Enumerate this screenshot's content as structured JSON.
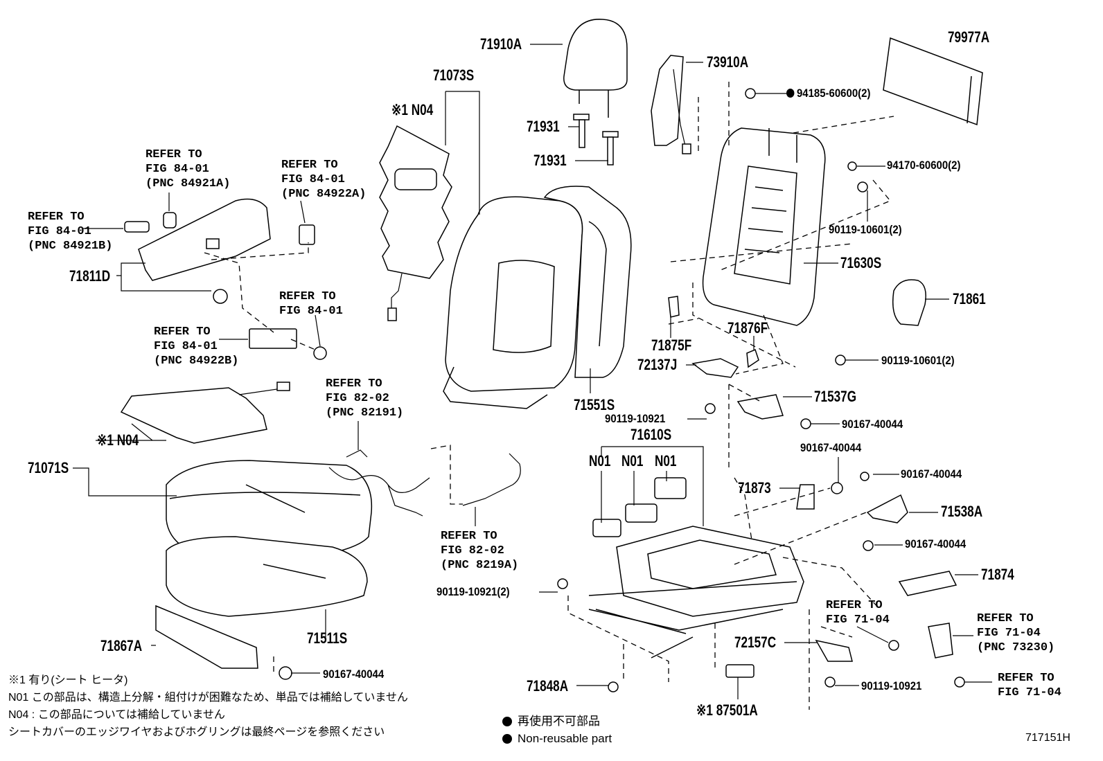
{
  "parts": {
    "p71910A": "71910A",
    "p71073S": "71073S",
    "p73910A": "73910A",
    "p79977A": "79977A",
    "pN04a": "※1 N04",
    "p71931a": "71931",
    "p71931b": "71931",
    "p94185": "94185-60600(2)",
    "p94170": "94170-60600(2)",
    "p90119_10601a": "90119-10601(2)",
    "p71630S": "71630S",
    "p71861": "71861",
    "p71811D": "71811D",
    "p71875F": "71875F",
    "p71876F": "71876F",
    "p72137J": "72137J",
    "p90119_10601b": "90119-10601(2)",
    "p71551S": "71551S",
    "p71537G": "71537G",
    "p90119_10921a": "90119-10921",
    "p90167_a": "90167-40044",
    "p71610S": "71610S",
    "pN04b": "※1 N04",
    "p71071S": "71071S",
    "pN01a": "N01",
    "pN01b": "N01",
    "pN01c": "N01",
    "p90167_b": "90167-40044",
    "p90167_c": "90167-40044",
    "p71873": "71873",
    "p71538A": "71538A",
    "p90167_d": "90167-40044",
    "p71874": "71874",
    "p90119_10921b": "90119-10921(2)",
    "p71867A": "71867A",
    "p71511S": "71511S",
    "p72157C": "72157C",
    "p90167_e": "90167-40044",
    "p71848A": "71848A",
    "p90119_10921c": "90119-10921",
    "p87501A": "※1 87501A",
    "fig_code": "717151H"
  },
  "refs": {
    "r1": "REFER TO\nFIG 84-01\n(PNC 84921A)",
    "r2": "REFER TO\nFIG 84-01\n(PNC 84922A)",
    "r3": "REFER TO\nFIG 84-01\n(PNC 84921B)",
    "r4": "REFER TO\nFIG 84-01",
    "r5": "REFER TO\nFIG 84-01\n(PNC 84922B)",
    "r6": "REFER TO\nFIG 82-02\n(PNC 82191)",
    "r7": "REFER TO\nFIG 82-02\n(PNC 8219A)",
    "r8": "REFER TO\nFIG 71-04",
    "r9": "REFER TO\nFIG 71-04\n(PNC 73230)",
    "r10": "REFER TO\nFIG 71-04"
  },
  "notes": {
    "n1": "※1 有り(シート ヒータ)",
    "n2": "N01 この部品は、構造上分解・組付けが困難なため、単品では補給していません",
    "n3": "N04 : この部品については補給していません",
    "n4": "シートカバーのエッジワイヤおよびホグリングは最終ページを参照ください"
  },
  "legend": {
    "jp": "再使用不可部品",
    "en": "Non-reusable part"
  }
}
